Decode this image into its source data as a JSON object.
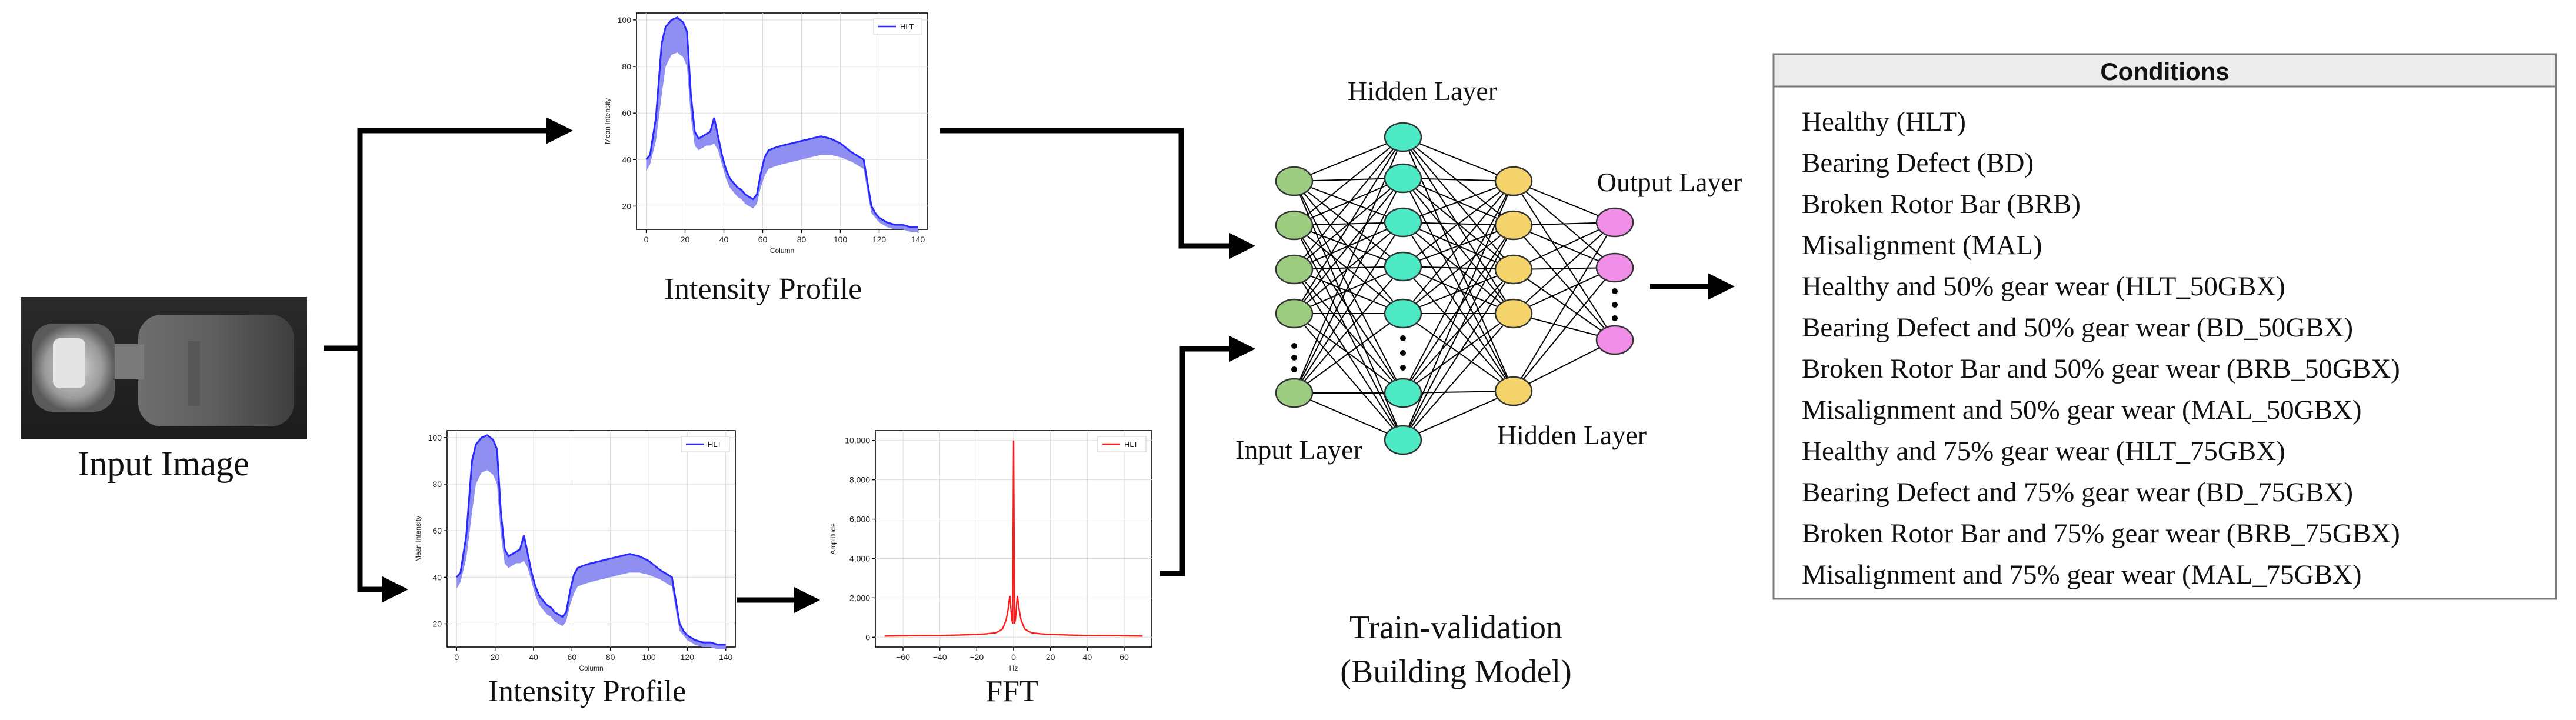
{
  "labels": {
    "input_image": "Input Image",
    "intensity_profile_top": "Intensity Profile",
    "intensity_profile_bottom": "Intensity Profile",
    "fft": "FFT",
    "hidden_layer_top": "Hidden Layer",
    "hidden_layer_bottom": "Hidden Layer",
    "input_layer": "Input Layer",
    "output_layer": "Output Layer",
    "train_validation_line1": "Train-validation",
    "train_validation_line2": "(Building Model)"
  },
  "conditions": {
    "header": "Conditions",
    "items": [
      "Healthy (HLT)",
      "Bearing Defect (BD)",
      "Broken Rotor Bar (BRB)",
      "Misalignment (MAL)",
      "Healthy and 50% gear wear (HLT_50GBX)",
      "Bearing Defect and 50% gear wear (BD_50GBX)",
      "Broken Rotor Bar and 50% gear wear (BRB_50GBX)",
      "Misalignment and 50% gear wear (MAL_50GBX)",
      "Healthy and 75% gear wear (HLT_75GBX)",
      "Bearing Defect and 75% gear wear (BD_75GBX)",
      "Broken Rotor Bar and 75% gear wear (BRB_75GBX)",
      "Misalignment and 75% gear wear (MAL_75GBX)"
    ]
  },
  "colors": {
    "intensity_line": "#2a2aff",
    "intensity_band": "#8f8ff2",
    "fft_line": "#ff1a1a",
    "input_nodes": "#9ccc7f",
    "hidden1_nodes": "#4deac6",
    "hidden2_nodes": "#f5d36b",
    "output_nodes": "#f08ee8",
    "header_fill": "#ececec"
  },
  "chart_data": [
    {
      "id": "intensity_top",
      "type": "area",
      "xlabel": "Column",
      "ylabel": "Mean Intensity",
      "xlim": [
        -5,
        145
      ],
      "ylim": [
        10,
        103
      ],
      "xticks": [
        "0",
        "20",
        "40",
        "60",
        "80",
        "100",
        "120",
        "140"
      ],
      "yticks": [
        "20",
        "40",
        "60",
        "80",
        "100"
      ],
      "grid": true,
      "legend": "top-right",
      "series": [
        {
          "name": "HLT",
          "x": [
            0,
            2,
            5,
            8,
            10,
            13,
            16,
            19,
            21,
            23,
            25,
            27,
            29,
            31,
            33,
            35,
            37,
            39,
            41,
            43,
            45,
            47,
            49,
            51,
            53,
            55,
            57,
            59,
            61,
            63,
            66,
            70,
            75,
            80,
            85,
            90,
            95,
            100,
            103,
            106,
            108,
            110,
            112,
            114,
            116,
            118,
            120,
            124,
            128,
            132,
            136,
            140
          ],
          "upper": [
            40,
            42,
            58,
            90,
            97,
            100,
            101,
            99,
            95,
            68,
            52,
            49,
            50,
            51,
            52,
            58,
            50,
            42,
            36,
            32,
            30,
            28,
            27,
            25,
            24,
            23,
            25,
            34,
            41,
            44,
            45,
            46,
            47,
            48,
            49,
            50,
            49,
            47,
            45,
            43,
            42,
            41,
            40,
            30,
            20,
            17,
            15,
            13,
            12,
            12,
            11,
            11
          ],
          "lower": [
            35,
            38,
            48,
            68,
            80,
            85,
            86,
            84,
            80,
            58,
            46,
            44,
            45,
            46,
            46,
            47,
            44,
            38,
            32,
            28,
            26,
            24,
            23,
            21,
            20,
            19,
            21,
            28,
            33,
            36,
            37,
            38,
            39,
            40,
            41,
            42,
            42,
            41,
            40,
            39,
            38,
            37,
            36,
            26,
            17,
            15,
            13,
            11,
            10,
            10,
            9,
            9
          ]
        }
      ]
    },
    {
      "id": "intensity_bottom",
      "type": "area",
      "xlabel": "Column",
      "ylabel": "Mean Intensity",
      "xlim": [
        -5,
        145
      ],
      "ylim": [
        10,
        103
      ],
      "xticks": [
        "0",
        "20",
        "40",
        "60",
        "80",
        "100",
        "120",
        "140"
      ],
      "yticks": [
        "20",
        "40",
        "60",
        "80",
        "100"
      ],
      "grid": true,
      "legend": "top-right",
      "series": [
        {
          "name": "HLT",
          "x": [
            0,
            2,
            5,
            8,
            10,
            13,
            16,
            19,
            21,
            23,
            25,
            27,
            29,
            31,
            33,
            35,
            37,
            39,
            41,
            43,
            45,
            47,
            49,
            51,
            53,
            55,
            57,
            59,
            61,
            63,
            66,
            70,
            75,
            80,
            85,
            90,
            95,
            100,
            103,
            106,
            108,
            110,
            112,
            114,
            116,
            118,
            120,
            124,
            128,
            132,
            136,
            140
          ],
          "upper": [
            40,
            42,
            58,
            90,
            97,
            100,
            101,
            99,
            95,
            68,
            52,
            49,
            50,
            51,
            52,
            58,
            50,
            42,
            36,
            32,
            30,
            28,
            27,
            25,
            24,
            23,
            25,
            34,
            41,
            44,
            45,
            46,
            47,
            48,
            49,
            50,
            49,
            47,
            45,
            43,
            42,
            41,
            40,
            30,
            20,
            17,
            15,
            13,
            12,
            12,
            11,
            11
          ],
          "lower": [
            35,
            38,
            48,
            68,
            80,
            85,
            86,
            84,
            80,
            58,
            46,
            44,
            45,
            46,
            46,
            47,
            44,
            38,
            32,
            28,
            26,
            24,
            23,
            21,
            20,
            19,
            21,
            28,
            33,
            36,
            37,
            38,
            39,
            40,
            41,
            42,
            42,
            41,
            40,
            39,
            38,
            37,
            36,
            26,
            17,
            15,
            13,
            11,
            10,
            10,
            9,
            9
          ]
        }
      ]
    },
    {
      "id": "fft",
      "type": "line",
      "xlabel": "Hz",
      "ylabel": "Amplitude",
      "xlim": [
        -75,
        75
      ],
      "ylim": [
        -500,
        10500
      ],
      "xticks": [
        "−60",
        "−40",
        "−20",
        "0",
        "20",
        "40",
        "60"
      ],
      "yticks": [
        "0",
        "2,000",
        "4,000",
        "6,000",
        "8,000",
        "10,000"
      ],
      "grid": true,
      "legend": "top-right",
      "series": [
        {
          "name": "HLT",
          "x": [
            -70,
            -60,
            -50,
            -40,
            -30,
            -20,
            -15,
            -10,
            -8,
            -6,
            -5,
            -4,
            -3,
            -2.5,
            -2,
            -1.5,
            -1,
            -0.5,
            0,
            0.5,
            1,
            1.5,
            2,
            2.5,
            3,
            4,
            5,
            6,
            8,
            10,
            15,
            20,
            30,
            40,
            50,
            60,
            70
          ],
          "y": [
            60,
            70,
            80,
            90,
            110,
            140,
            170,
            220,
            300,
            420,
            650,
            900,
            1400,
            1800,
            2100,
            1500,
            900,
            700,
            10000,
            700,
            900,
            1500,
            2100,
            1800,
            1400,
            900,
            650,
            420,
            300,
            220,
            170,
            140,
            110,
            90,
            80,
            70,
            60
          ]
        }
      ]
    }
  ]
}
